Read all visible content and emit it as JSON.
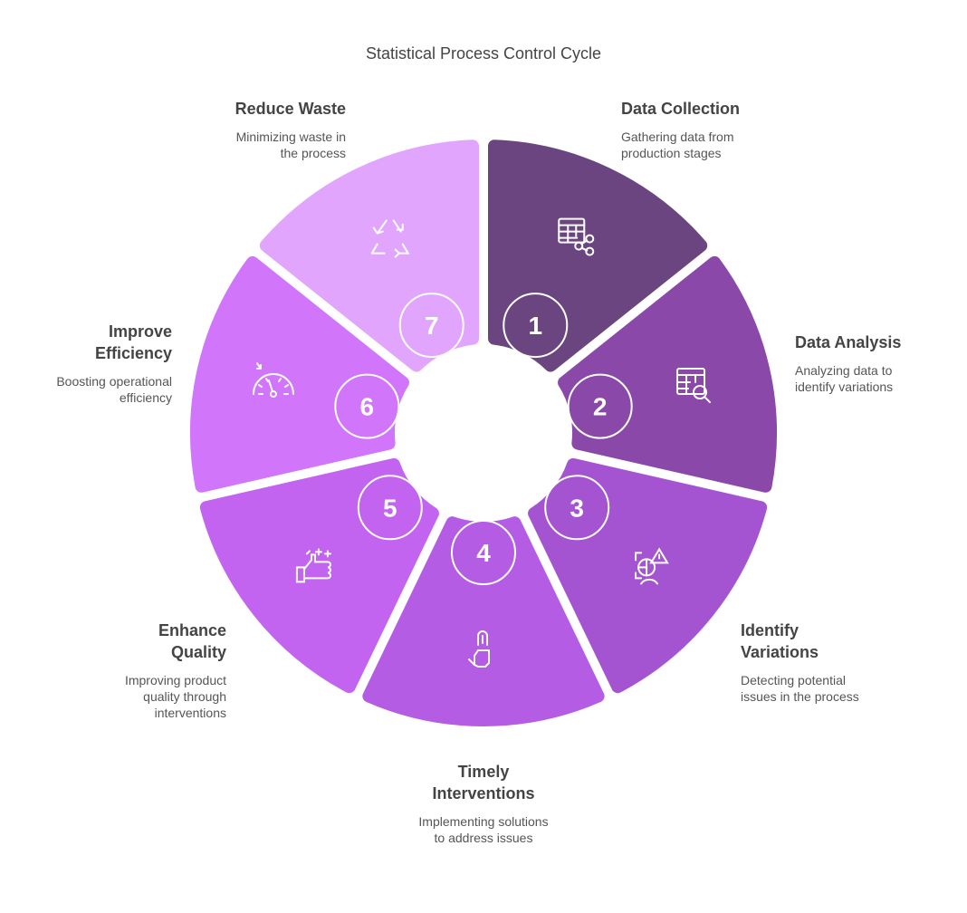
{
  "title": "Statistical Process Control Cycle",
  "steps": [
    {
      "num": "1",
      "title": "Data Collection",
      "desc": "Gathering data from production stages",
      "icon": "table-share-icon",
      "color": "#6b4580"
    },
    {
      "num": "2",
      "title": "Data Analysis",
      "desc": "Analyzing data to identify variations",
      "icon": "table-search-icon",
      "color": "#8a48a9"
    },
    {
      "num": "3",
      "title": "Identify Variations",
      "desc": "Detecting potential issues in the process",
      "icon": "chart-warning-icon",
      "color": "#a454d0"
    },
    {
      "num": "4",
      "title": "Timely Interventions",
      "desc": "Implementing solutions to address issues",
      "icon": "hand-wrench-icon",
      "color": "#b45ce3"
    },
    {
      "num": "5",
      "title": "Enhance Quality",
      "desc": "Improving product quality through interventions",
      "icon": "thumbs-up-sparkle-icon",
      "color": "#c264ef"
    },
    {
      "num": "6",
      "title": "Improve Efficiency",
      "desc": "Boosting operational efficiency",
      "icon": "speedometer-icon",
      "color": "#d175fb"
    },
    {
      "num": "7",
      "title": "Reduce Waste",
      "desc": "Minimizing waste in the process",
      "icon": "recycle-icon",
      "color": "#e2a5fd"
    }
  ]
}
